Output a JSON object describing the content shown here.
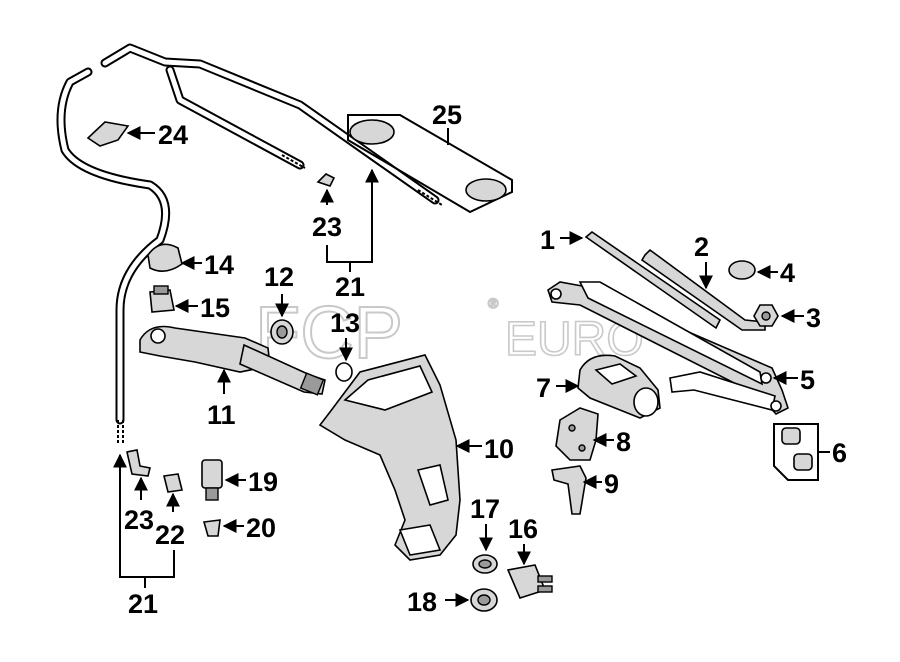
{
  "watermark": {
    "brand": "FCP",
    "suffix": "EURO",
    "registered": "®"
  },
  "callouts": {
    "c1": "1",
    "c2": "2",
    "c3": "3",
    "c4": "4",
    "c5": "5",
    "c6": "6",
    "c7": "7",
    "c8": "8",
    "c9": "9",
    "c10": "10",
    "c11": "11",
    "c12": "12",
    "c13": "13",
    "c14": "14",
    "c15": "15",
    "c16": "16",
    "c17": "17",
    "c18": "18",
    "c19": "19",
    "c20": "20",
    "c21_top": "21",
    "c21_bottom": "21",
    "c22": "22",
    "c23_top": "23",
    "c23_bottom": "23",
    "c24": "24",
    "c25": "25"
  },
  "colors": {
    "line": "#000000",
    "part_fill": "#d7d7d7",
    "watermark": "#c9c9c9"
  }
}
